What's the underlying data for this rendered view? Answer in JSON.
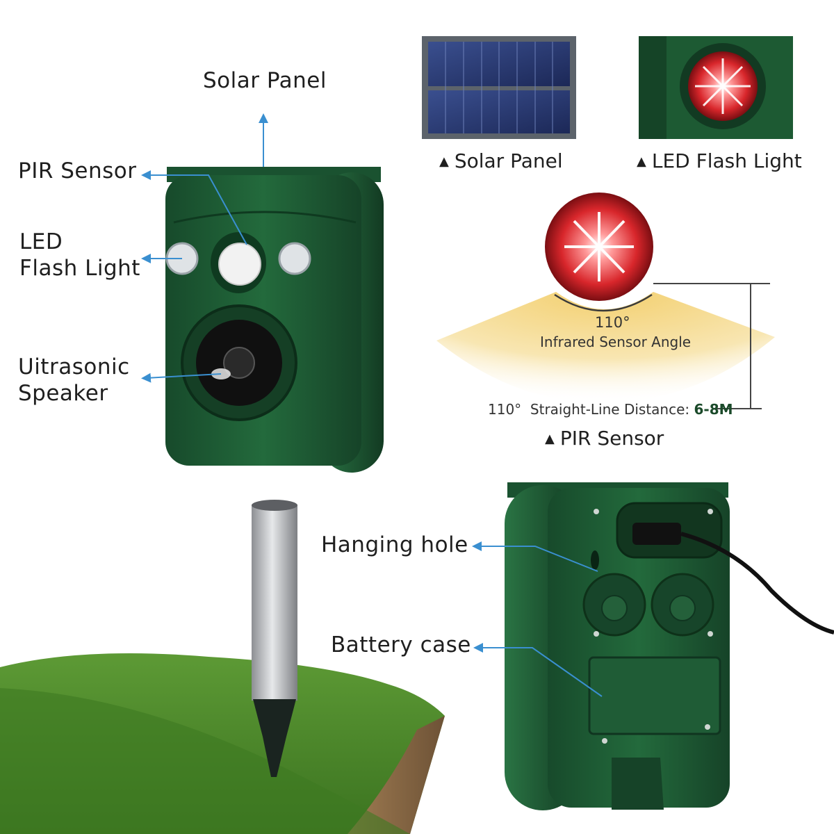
{
  "callouts": {
    "solar_panel": "Solar Panel",
    "pir_sensor": "PIR Sensor",
    "led_line1": "LED",
    "led_line2": "Flash Light",
    "speaker_line1": "Uitrasonic",
    "speaker_line2": "Speaker",
    "hanging_hole": "Hanging hole",
    "battery_case": "Battery case"
  },
  "captions": {
    "triangle": "▲",
    "solar_panel": "Solar Panel",
    "led_flash": "LED Flash Light",
    "pir_sensor": "PIR Sensor"
  },
  "sensor": {
    "angle_value": "110°",
    "angle_label": "Infrared Sensor Angle",
    "distance_angle": "110°",
    "distance_label": "Straight-Line Distance: ",
    "distance_value": "6-8M"
  },
  "colors": {
    "device_green": "#1e5a34",
    "callout_blue": "#3a8fd0",
    "led_red": "#d8262b",
    "sensor_beam": "#f6d98a",
    "solar_blue": "#2b3e78",
    "grass": "#4a8a2a",
    "soil": "#8a6a45"
  },
  "icons": {
    "callout_arrow": "arrow-head-icon",
    "caption_marker": "up-triangle-icon"
  }
}
